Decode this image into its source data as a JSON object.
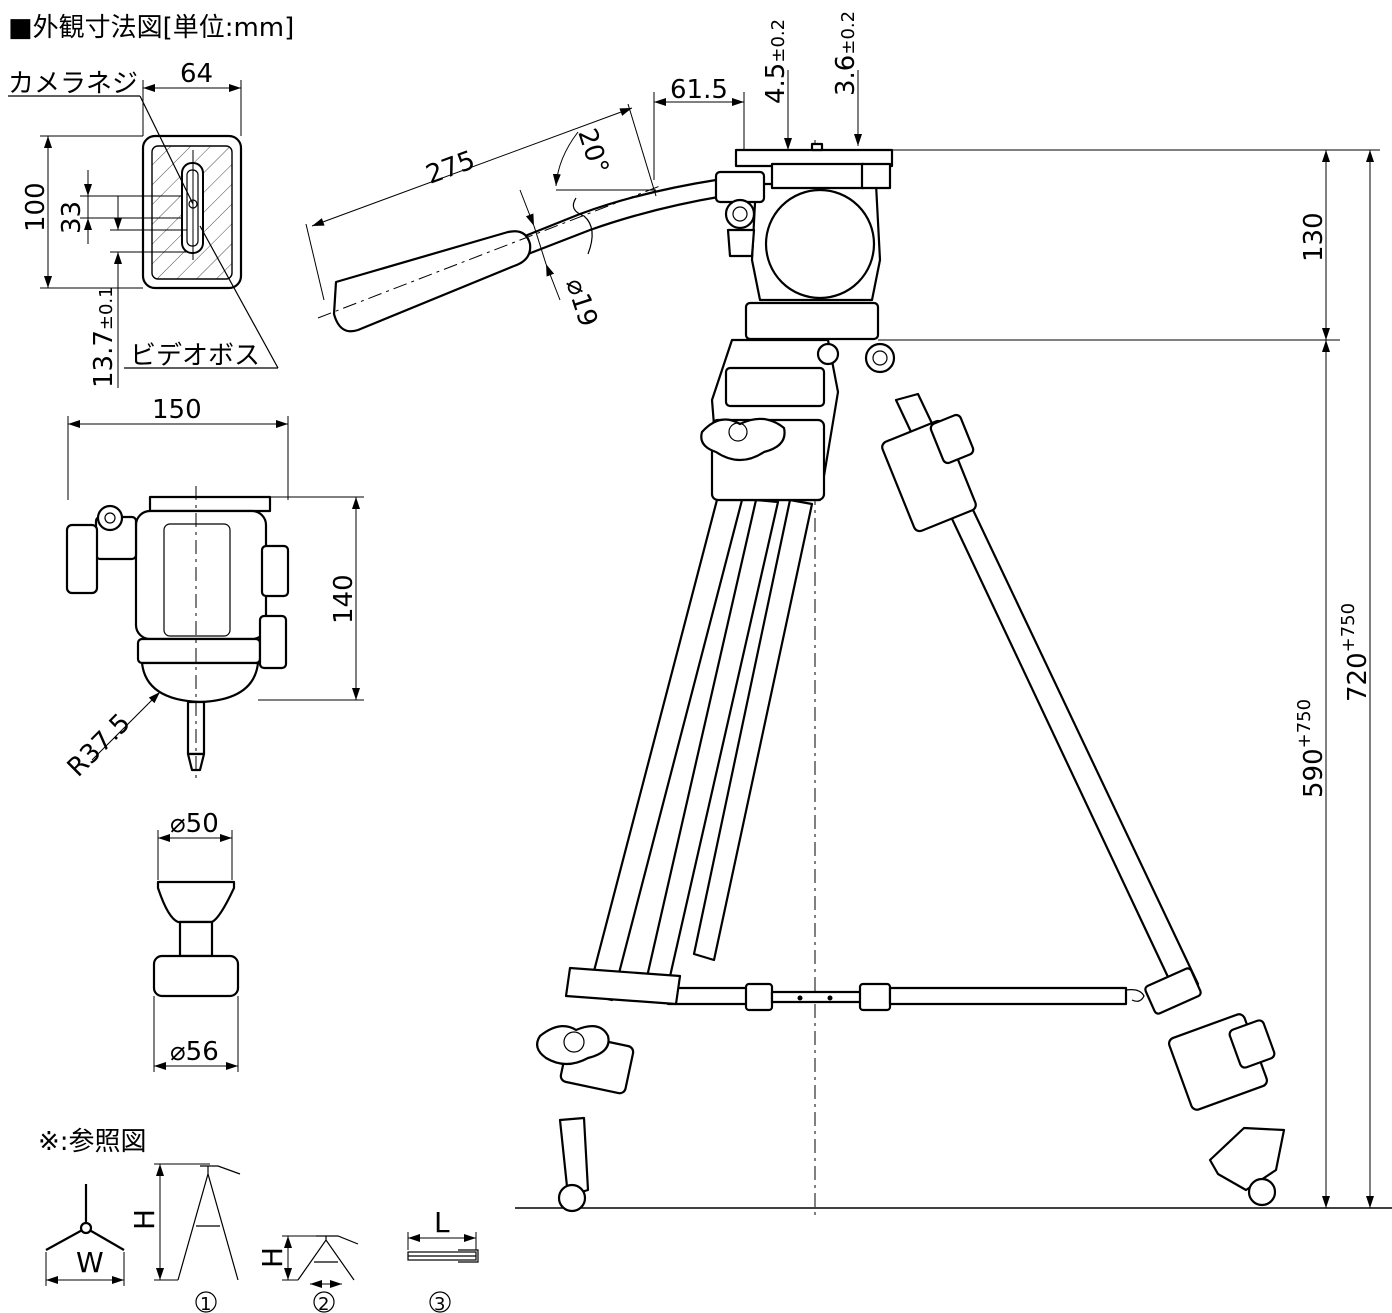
{
  "title": "■外観寸法図[単位:mm]",
  "plate_view": {
    "width": "64",
    "height": "100",
    "slot_length": "33",
    "offset_prefix": "13.7",
    "offset_tol": "±0.1",
    "camera_screw": "カメラネジ",
    "video_boss": "ビデオボス"
  },
  "head_side_view": {
    "width": "150",
    "height": "140",
    "radius": "R37.5"
  },
  "bowl_view": {
    "top_diameter": "⌀50",
    "bottom_diameter": "⌀56"
  },
  "main_view": {
    "handle_length": "275",
    "handle_angle": "20°",
    "handle_offset": "61.5",
    "plate_dim_1_value": "4.5",
    "plate_dim_1_tol": "±0.2",
    "plate_dim_2_value": "3.6",
    "plate_dim_2_tol": "±0.2",
    "handle_diameter": "⌀19",
    "head_height": "130",
    "legs_base": "590",
    "legs_ext": "+750",
    "total_base": "720",
    "total_ext": "+750"
  },
  "reference": {
    "title": "※:参照図",
    "w_label": "W",
    "h_label_1": "H",
    "h_label_2": "H",
    "l_label": "L",
    "fig1": "1",
    "fig2": "2",
    "fig3": "3"
  }
}
